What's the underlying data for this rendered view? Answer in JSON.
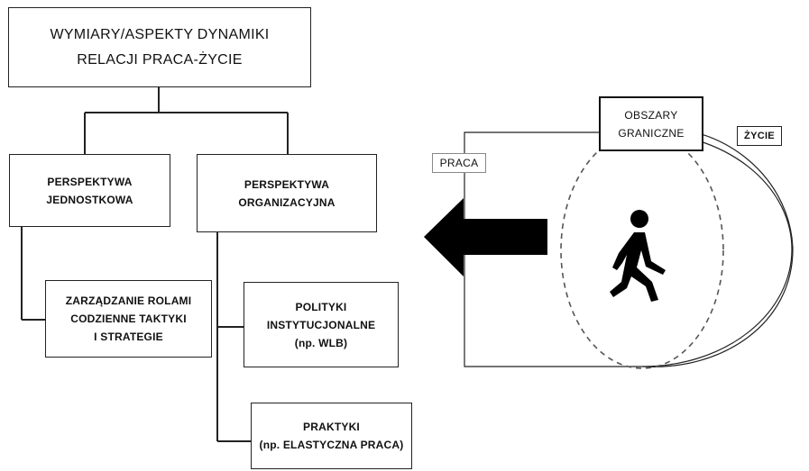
{
  "left_diagram": {
    "root": {
      "line1": "WYMIARY/ASPEKTY DYNAMIKI",
      "line2": "RELACJI PRACA-ŻYCIE"
    },
    "individual": {
      "line1": "PERSPEKTYWA",
      "line2": "JEDNOSTKOWA"
    },
    "organizational": {
      "line1": "PERSPEKTYWA",
      "line2": "ORGANIZACYJNA"
    },
    "roles": {
      "line1": "ZARZĄDZANIE ROLAMI",
      "line2": "CODZIENNE TAKTYKI",
      "line3": "I STRATEGIE"
    },
    "policies": {
      "line1": "POLITYKI",
      "line2": "INSTYTUCJONALNE",
      "line3": "(np. WLB)"
    },
    "practices": {
      "line1": "PRAKTYKI",
      "line2": "(np. ELASTYCZNA PRACA)"
    }
  },
  "right_diagram": {
    "work_label": "PRACA",
    "life_label": "ŻYCIE",
    "border_label": {
      "line1": "OBSZARY",
      "line2": "GRANICZNE"
    },
    "icons": [
      "walking-person-icon",
      "left-arrow-icon"
    ]
  }
}
